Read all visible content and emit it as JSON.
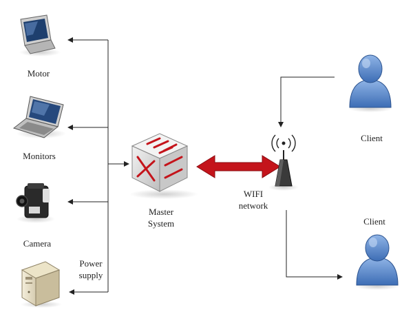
{
  "nodes": {
    "motor": {
      "label": "Motor",
      "icon": "monitor-icon"
    },
    "monitors": {
      "label": "Monitors",
      "icon": "laptop-icon"
    },
    "camera": {
      "label": "Camera",
      "icon": "camera-icon"
    },
    "power": {
      "label_line1": "Power",
      "label_line2": "supply",
      "icon": "server-tower-icon"
    },
    "master": {
      "label_line1": "Master",
      "label_line2": "System",
      "icon": "network-switch-icon"
    },
    "wifi": {
      "label_line1": "WIFI",
      "label_line2": "network",
      "icon": "wifi-antenna-icon"
    },
    "client_top": {
      "label": "Client",
      "icon": "user-icon"
    },
    "client_bottom": {
      "label": "Client",
      "icon": "user-icon"
    }
  },
  "colors": {
    "link_arrow": "#c4141b",
    "connector": "#333333",
    "client": "#4f7fc4",
    "device_body": "#d9d9d9"
  }
}
